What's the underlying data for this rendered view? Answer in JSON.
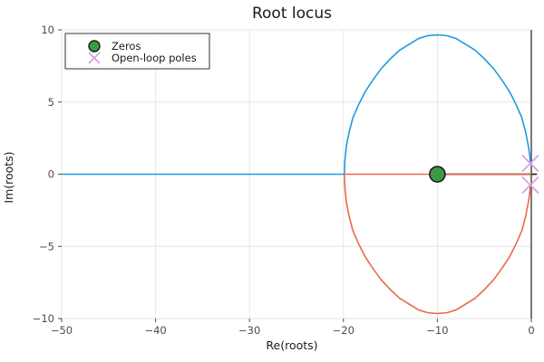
{
  "chart_data": {
    "type": "line",
    "title": "Root locus",
    "xlabel": "Re(roots)",
    "ylabel": "Im(roots)",
    "xlim": [
      -50,
      0
    ],
    "ylim": [
      -10,
      10
    ],
    "xticks": [
      -50,
      -40,
      -30,
      -20,
      -10,
      0
    ],
    "yticks": [
      -10,
      -5,
      0,
      5,
      10
    ],
    "xticklabels": [
      "−50",
      "−40",
      "−30",
      "−20",
      "−10",
      "0"
    ],
    "yticklabels": [
      "−10",
      "−5",
      "0",
      "5",
      "10"
    ],
    "grid": true,
    "legend_position": "top-left",
    "background": "#ffffff",
    "series": [
      {
        "name": "branch-1",
        "color": "#1f9be0",
        "description": "Real-axis segment from -50 to -20 at Im=0, then upper circular arc centered at -10 radius ~9.7 back to pole near 0",
        "points": [
          [
            -50.0,
            0.0
          ],
          [
            -45.0,
            0.0
          ],
          [
            -40.0,
            0.0
          ],
          [
            -35.0,
            0.0
          ],
          [
            -30.0,
            0.0
          ],
          [
            -25.0,
            0.0
          ],
          [
            -21.0,
            0.0
          ],
          [
            -19.9,
            0.0
          ],
          [
            -19.85,
            0.9
          ],
          [
            -19.7,
            1.9
          ],
          [
            -19.4,
            2.9
          ],
          [
            -19.0,
            3.9
          ],
          [
            -18.4,
            4.8
          ],
          [
            -17.7,
            5.7
          ],
          [
            -16.9,
            6.5
          ],
          [
            -16.0,
            7.3
          ],
          [
            -15.0,
            8.0
          ],
          [
            -14.0,
            8.6
          ],
          [
            -13.0,
            9.0
          ],
          [
            -12.0,
            9.4
          ],
          [
            -11.0,
            9.6
          ],
          [
            -10.0,
            9.65
          ],
          [
            -9.0,
            9.6
          ],
          [
            -8.0,
            9.4
          ],
          [
            -7.0,
            9.0
          ],
          [
            -6.0,
            8.6
          ],
          [
            -5.0,
            8.0
          ],
          [
            -4.0,
            7.3
          ],
          [
            -3.1,
            6.5
          ],
          [
            -2.3,
            5.7
          ],
          [
            -1.6,
            4.8
          ],
          [
            -1.0,
            3.9
          ],
          [
            -0.6,
            2.9
          ],
          [
            -0.3,
            1.9
          ],
          [
            -0.15,
            1.2
          ],
          [
            -0.1,
            0.75
          ]
        ]
      },
      {
        "name": "branch-2",
        "color": "#e8694a",
        "description": "Real-axis segment from -20 to 0 at Im=0, then lower circular arc centered at -10 radius ~9.7 down and back to pole near 0",
        "points": [
          [
            -0.05,
            0.0
          ],
          [
            -2.0,
            0.0
          ],
          [
            -5.0,
            0.0
          ],
          [
            -8.0,
            0.0
          ],
          [
            -11.0,
            0.0
          ],
          [
            -14.0,
            0.0
          ],
          [
            -17.0,
            0.0
          ],
          [
            -19.9,
            0.0
          ],
          [
            -19.85,
            -0.9
          ],
          [
            -19.7,
            -1.9
          ],
          [
            -19.4,
            -2.9
          ],
          [
            -19.0,
            -3.9
          ],
          [
            -18.4,
            -4.8
          ],
          [
            -17.7,
            -5.7
          ],
          [
            -16.9,
            -6.5
          ],
          [
            -16.0,
            -7.3
          ],
          [
            -15.0,
            -8.0
          ],
          [
            -14.0,
            -8.6
          ],
          [
            -13.0,
            -9.0
          ],
          [
            -12.0,
            -9.4
          ],
          [
            -11.0,
            -9.6
          ],
          [
            -10.0,
            -9.65
          ],
          [
            -9.0,
            -9.6
          ],
          [
            -8.0,
            -9.4
          ],
          [
            -7.0,
            -9.0
          ],
          [
            -6.0,
            -8.6
          ],
          [
            -5.0,
            -8.0
          ],
          [
            -4.0,
            -7.3
          ],
          [
            -3.1,
            -6.5
          ],
          [
            -2.3,
            -5.7
          ],
          [
            -1.6,
            -4.8
          ],
          [
            -1.0,
            -3.9
          ],
          [
            -0.6,
            -2.9
          ],
          [
            -0.3,
            -1.9
          ],
          [
            -0.15,
            -1.2
          ],
          [
            -0.1,
            -0.75
          ]
        ]
      }
    ],
    "markers": {
      "zeros": {
        "label": "Zeros",
        "marker": "circle",
        "fill": "#3a9a46",
        "stroke": "#1a1a1a",
        "points": [
          [
            -10.0,
            0.0
          ]
        ]
      },
      "poles": {
        "label": "Open-loop poles",
        "marker": "x",
        "stroke": "#d79fe0",
        "points": [
          [
            -0.1,
            0.75
          ],
          [
            -0.1,
            -0.75
          ]
        ]
      }
    },
    "reference_lines": [
      {
        "name": "imaginary-axis",
        "orientation": "vertical",
        "value": 0,
        "color": "#4d4d4d"
      },
      {
        "name": "real-axis",
        "orientation": "horizontal",
        "value": 0,
        "color": "#2b2b2b",
        "from": -10.0,
        "to": 0.6
      }
    ]
  },
  "legend": {
    "entries": [
      {
        "label": "Zeros",
        "icon": "filled-circle-marker"
      },
      {
        "label": "Open-loop poles",
        "icon": "x-cross-marker"
      }
    ]
  },
  "colors": {
    "branch_1": "#1f9be0",
    "branch_2": "#e8694a",
    "zero_fill": "#3a9a46",
    "pole_stroke": "#d79fe0",
    "grid": "#e6e6e6",
    "axis_text": "#4d4d4d",
    "title_text": "#1a1a1a"
  }
}
